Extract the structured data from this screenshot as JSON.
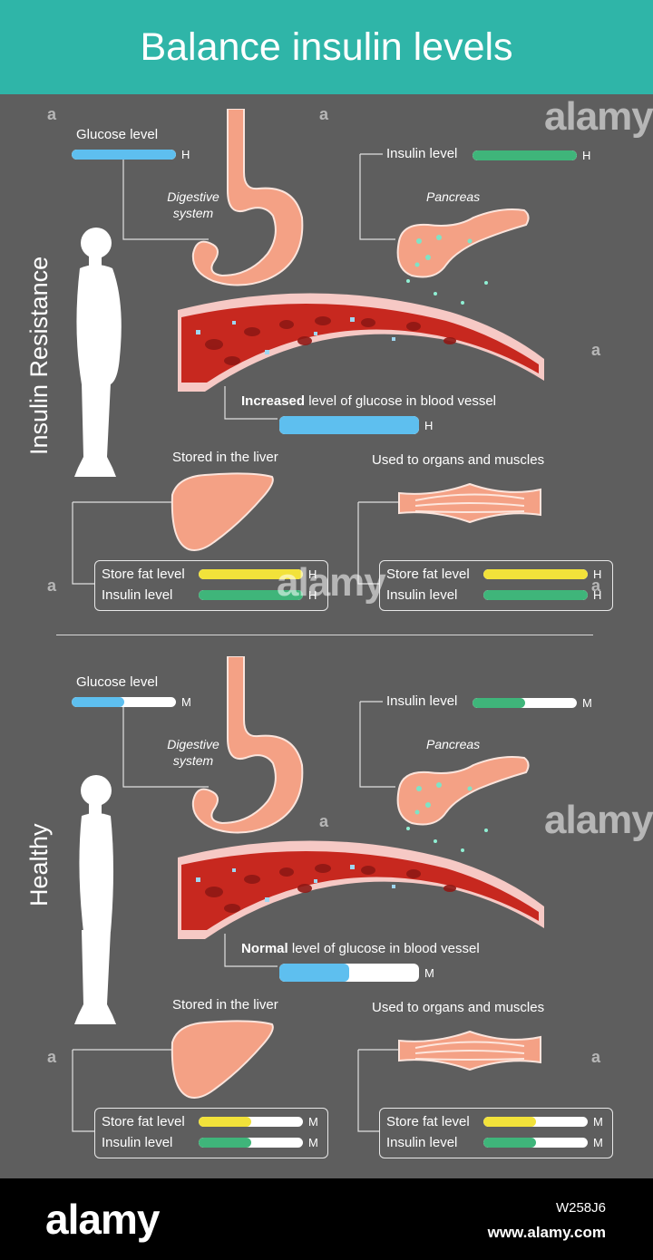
{
  "title": "Balance insulin levels",
  "colors": {
    "header": "#2fb5a8",
    "background": "#5e5e5e",
    "glucose": "#5ebfef",
    "insulin": "#3fb57a",
    "fat": "#f2e23a",
    "organ": "#f4a185",
    "blood": "#c7281f"
  },
  "panels": [
    {
      "condition": "Insulin Resistance",
      "glucose_label": "Glucose level",
      "glucose_level": "H",
      "glucose_fill": 1.0,
      "digestive_label": "Digestive system",
      "insulin_label": "Insulin level",
      "insulin_level": "H",
      "insulin_fill": 1.0,
      "pancreas_label": "Pancreas",
      "vessel_caption_bold": "Increased",
      "vessel_caption_rest": "level of glucose in blood vessel",
      "vessel_level": "H",
      "vessel_fill": 1.0,
      "liver_title": "Stored in the liver",
      "liver_fat_label": "Store fat level",
      "liver_fat_level": "H",
      "liver_fat_fill": 1.0,
      "liver_insulin_label": "Insulin level",
      "liver_insulin_level": "H",
      "liver_insulin_fill": 1.0,
      "muscle_title": "Used to organs and muscles",
      "muscle_fat_label": "Store fat level",
      "muscle_fat_level": "H",
      "muscle_fat_fill": 1.0,
      "muscle_insulin_label": "Insulin level",
      "muscle_insulin_level": "H",
      "muscle_insulin_fill": 1.0
    },
    {
      "condition": "Healthy",
      "glucose_label": "Glucose level",
      "glucose_level": "M",
      "glucose_fill": 0.5,
      "digestive_label": "Digestive system",
      "insulin_label": "Insulin level",
      "insulin_level": "M",
      "insulin_fill": 0.5,
      "pancreas_label": "Pancreas",
      "vessel_caption_bold": "Normal",
      "vessel_caption_rest": "level of glucose in blood vessel",
      "vessel_level": "M",
      "vessel_fill": 0.5,
      "liver_title": "Stored in the liver",
      "liver_fat_label": "Store fat level",
      "liver_fat_level": "M",
      "liver_fat_fill": 0.5,
      "liver_insulin_label": "Insulin level",
      "liver_insulin_level": "M",
      "liver_insulin_fill": 0.5,
      "muscle_title": "Used to organs and muscles",
      "muscle_fat_label": "Store fat level",
      "muscle_fat_level": "M",
      "muscle_fat_fill": 0.5,
      "muscle_insulin_label": "Insulin level",
      "muscle_insulin_level": "M",
      "muscle_insulin_fill": 0.5
    }
  ],
  "watermark": {
    "word": "alamy",
    "mark": "a"
  },
  "footer": {
    "logo": "alamy",
    "image_id": "W258J6",
    "url": "www.alamy.com"
  }
}
